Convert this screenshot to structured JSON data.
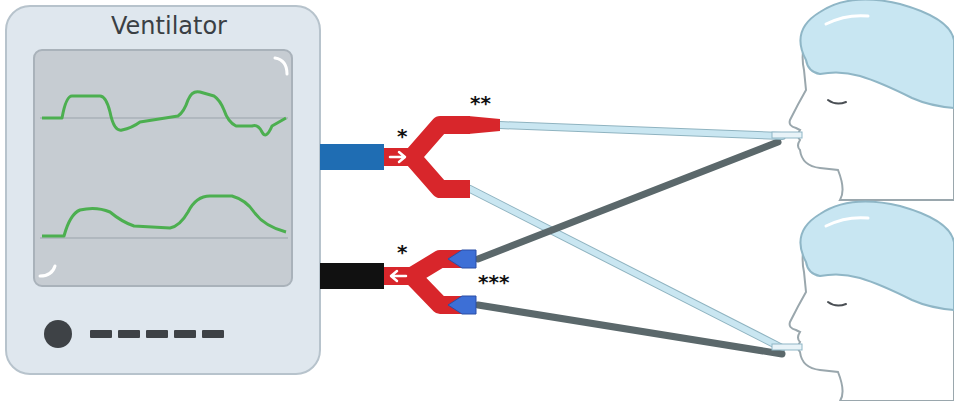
{
  "diagram": {
    "nodes": [
      {
        "text": [
          "Ventilator"
        ]
      }
    ],
    "labels": [
      "**",
      "*",
      "*",
      "***"
    ]
  }
}
